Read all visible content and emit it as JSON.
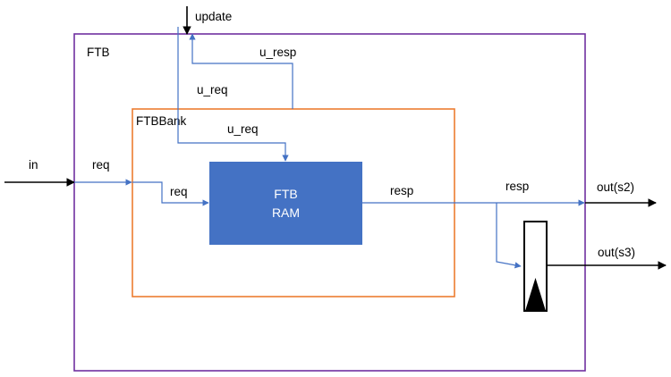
{
  "colors": {
    "ftb_border": "#7030a0",
    "bank_border": "#ed7d31",
    "ram_fill": "#4472c4",
    "wire_blue": "#4472c4",
    "wire_black": "#000000"
  },
  "boxes": {
    "ftb": {
      "label": "FTB"
    },
    "bank": {
      "label": "FTBBank"
    },
    "ram": {
      "line1": "FTB",
      "line2": "RAM"
    }
  },
  "signals": {
    "update": "update",
    "in": "in",
    "req_outer": "req",
    "req_inner": "req",
    "u_resp": "u_resp",
    "u_req_outer": "u_req",
    "u_req_inner": "u_req",
    "resp_inner": "resp",
    "resp_outer": "resp",
    "out_s2": "out(s2)",
    "out_s3": "out(s3)"
  },
  "icons": {
    "register": "pipeline-register-icon"
  }
}
